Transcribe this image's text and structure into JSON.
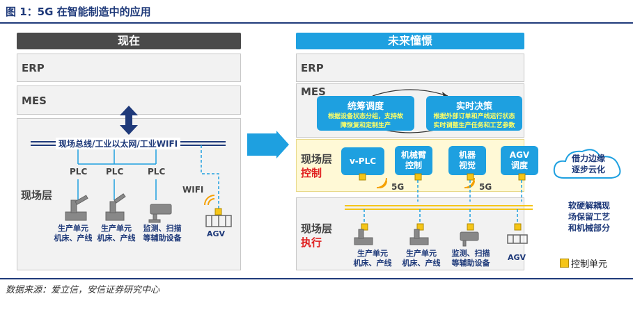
{
  "title": "图 1：5G 在智能制造中的应用",
  "source": "数据来源：爱立信，安信证券研究中心",
  "left": {
    "header": "现在",
    "erp": "ERP",
    "mes": "MES",
    "bus": "现场总线/工业以太网/工业WIFI",
    "plc": [
      "PLC",
      "PLC",
      "PLC"
    ],
    "field_label": "现场层",
    "wifi": "WIFI",
    "agv": "AGV",
    "devices": [
      {
        "line1": "生产单元",
        "line2": "机床、产线"
      },
      {
        "line1": "生产单元",
        "line2": "机床、产线"
      },
      {
        "line1": "监测、扫描",
        "line2": "等辅助设备"
      }
    ]
  },
  "right": {
    "header": "未来憧憬",
    "erp": "ERP",
    "mes": "MES",
    "decision": [
      {
        "title": "统筹调度",
        "sub1": "根据设备状态分组，支持故",
        "sub2": "障恢复和定制生产"
      },
      {
        "title": "实时决策",
        "sub1": "根据外部订单和产线运行状态",
        "sub2": "实时调整生产任务和工艺参数"
      }
    ],
    "control_label_1": "现场层",
    "control_label_2": "控制",
    "control": [
      "v-PLC",
      "机械臂\n控制",
      "机器\n视觉",
      "AGV\n调度"
    ],
    "fiveg": [
      "5G",
      "5G"
    ],
    "exec_label_1": "现场层",
    "exec_label_2": "执行",
    "devices": [
      {
        "line1": "生产单元",
        "line2": "机床、产线"
      },
      {
        "line1": "生产单元",
        "line2": "机床、产线"
      },
      {
        "line1": "监测、扫描",
        "line2": "等辅助设备"
      },
      {
        "line1": "AGV",
        "line2": ""
      }
    ]
  },
  "side": {
    "cloud_line1": "借力边缘",
    "cloud_line2": "逐步云化",
    "note_line1": "软硬解耦现",
    "note_line2": "场保留工艺",
    "note_line3": "和机械部分",
    "legend": "控制单元"
  },
  "colors": {
    "navy": "#1f3a7a",
    "accent_blue": "#1ea0e0",
    "yellow": "#f5c518",
    "red": "#e02020"
  }
}
